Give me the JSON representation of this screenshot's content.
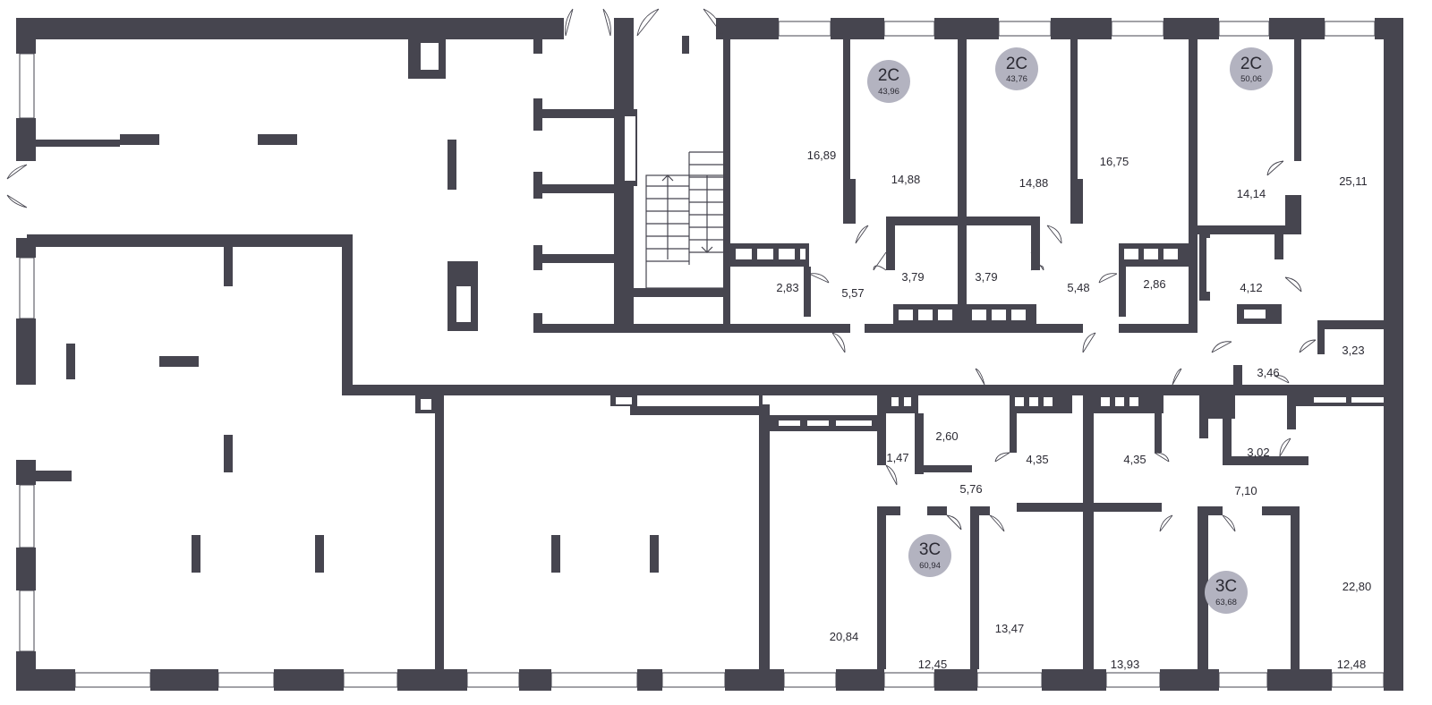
{
  "colors": {
    "wall": "#46454f",
    "badge": "#b3b3c0",
    "text": "#2b2a33",
    "window": "#ffffff"
  },
  "apartments": [
    {
      "id": "apt-1",
      "type": "2С",
      "total": "43,96"
    },
    {
      "id": "apt-2",
      "type": "2С",
      "total": "43,76"
    },
    {
      "id": "apt-3",
      "type": "2С",
      "total": "50,06"
    },
    {
      "id": "apt-4",
      "type": "3С",
      "total": "60,94"
    },
    {
      "id": "apt-5",
      "type": "3С",
      "total": "63,68"
    }
  ],
  "rooms": [
    "16,89",
    "14,88",
    "14,88",
    "16,75",
    "14,14",
    "25,11",
    "2,83",
    "5,57",
    "3,79",
    "3,79",
    "5,48",
    "2,86",
    "4,12",
    "3,46",
    "3,23",
    "2,60",
    "1,47",
    "4,35",
    "4,35",
    "3,02",
    "5,76",
    "7,10",
    "20,84",
    "12,45",
    "13,47",
    "13,93",
    "12,48",
    "22,80"
  ]
}
